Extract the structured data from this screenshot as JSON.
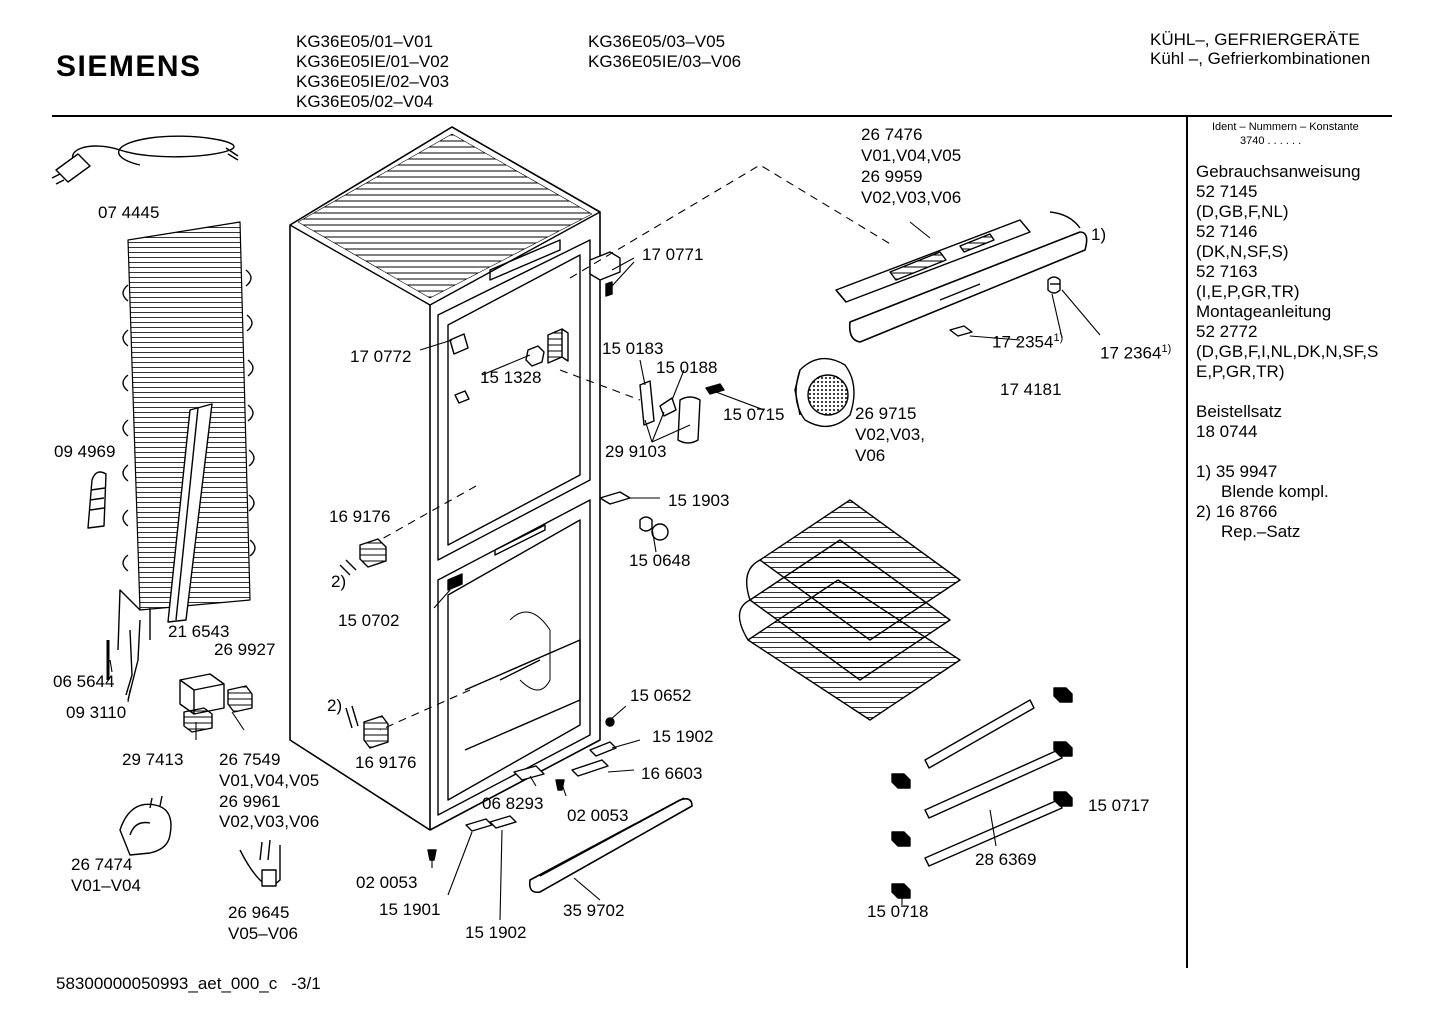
{
  "brand": "SIEMENS",
  "models_col1": [
    "KG36E05/01–V01",
    "KG36E05IE/01–V02",
    "KG36E05IE/02–V03",
    "KG36E05/02–V04"
  ],
  "models_col2": [
    "KG36E05/03–V05",
    "KG36E05IE/03–V06"
  ],
  "category_title": "KÜHL–, GEFRIERGERÄTE",
  "category_subtitle": "Kühl –, Gefrierkombinationen",
  "sidebar": {
    "ident_header": "Ident – Nummern – Konstante",
    "ident_value": "3740 . . . . . .",
    "lines": [
      "Gebrauchsanweisung",
      "52 7145",
      "(D,GB,F,NL)",
      "52 7146",
      "(DK,N,SF,S)",
      "52 7163",
      "(I,E,P,GR,TR)",
      "Montageanleitung",
      "52 2772",
      "(D,GB,F,I,NL,DK,N,SF,S",
      "E,P,GR,TR)"
    ],
    "beistell_title": "Beistellsatz",
    "beistell_value": "18 0744",
    "notes": [
      {
        "num": "1)",
        "code": "35 9947",
        "desc": "Blende kompl."
      },
      {
        "num": "2)",
        "code": "16 8766",
        "desc": "Rep.–Satz"
      }
    ]
  },
  "parts": {
    "p074445": "07 4445",
    "p094969": "09 4969",
    "p216543": "21 6543",
    "p065644": "06 5644",
    "p093110": "09 3110",
    "p269927": "26 9927",
    "p297413": "29 7413",
    "p267549": "26 7549",
    "p267549_v": "V01,V04,V05",
    "p269961": "26 9961",
    "p269961_v": "V02,V03,V06",
    "p267474": "26 7474",
    "p267474_v": "V01–V04",
    "p269645": "26 9645",
    "p269645_v": "V05–V06",
    "p267476": "26 7476",
    "p267476_v": "V01,V04,V05",
    "p269959": "26 9959",
    "p269959_v": "V02,V03,V06",
    "p170771": "17 0771",
    "p170772": "17 0772",
    "p151328": "15 1328",
    "p150183": "15 0183",
    "p150188": "15 0188",
    "p150715": "15 0715",
    "p299103": "29 9103",
    "p269715": "26 9715",
    "p269715_v1": "V02,V03,",
    "p269715_v2": "V06",
    "p172354": "17 2354",
    "p172364": "17 2364",
    "p174181": "17 4181",
    "fn1": "1)",
    "p151903": "15 1903",
    "p150648": "15 0648",
    "p169176a": "16 9176",
    "p169176b": "16 9176",
    "fn2a": "2)",
    "fn2b": "2)",
    "p150702": "15 0702",
    "p150652": "15 0652",
    "p151902a": "15 1902",
    "p166603": "16 6603",
    "p068293": "06 8293",
    "p020053a": "02 0053",
    "p020053b": "02 0053",
    "p151901": "15 1901",
    "p151902b": "15 1902",
    "p359702": "35 9702",
    "p150717": "15 0717",
    "p286369": "28 6369",
    "p150718": "15 0718"
  },
  "footer_code": "58300000050993_aet_000_c   -3/1"
}
